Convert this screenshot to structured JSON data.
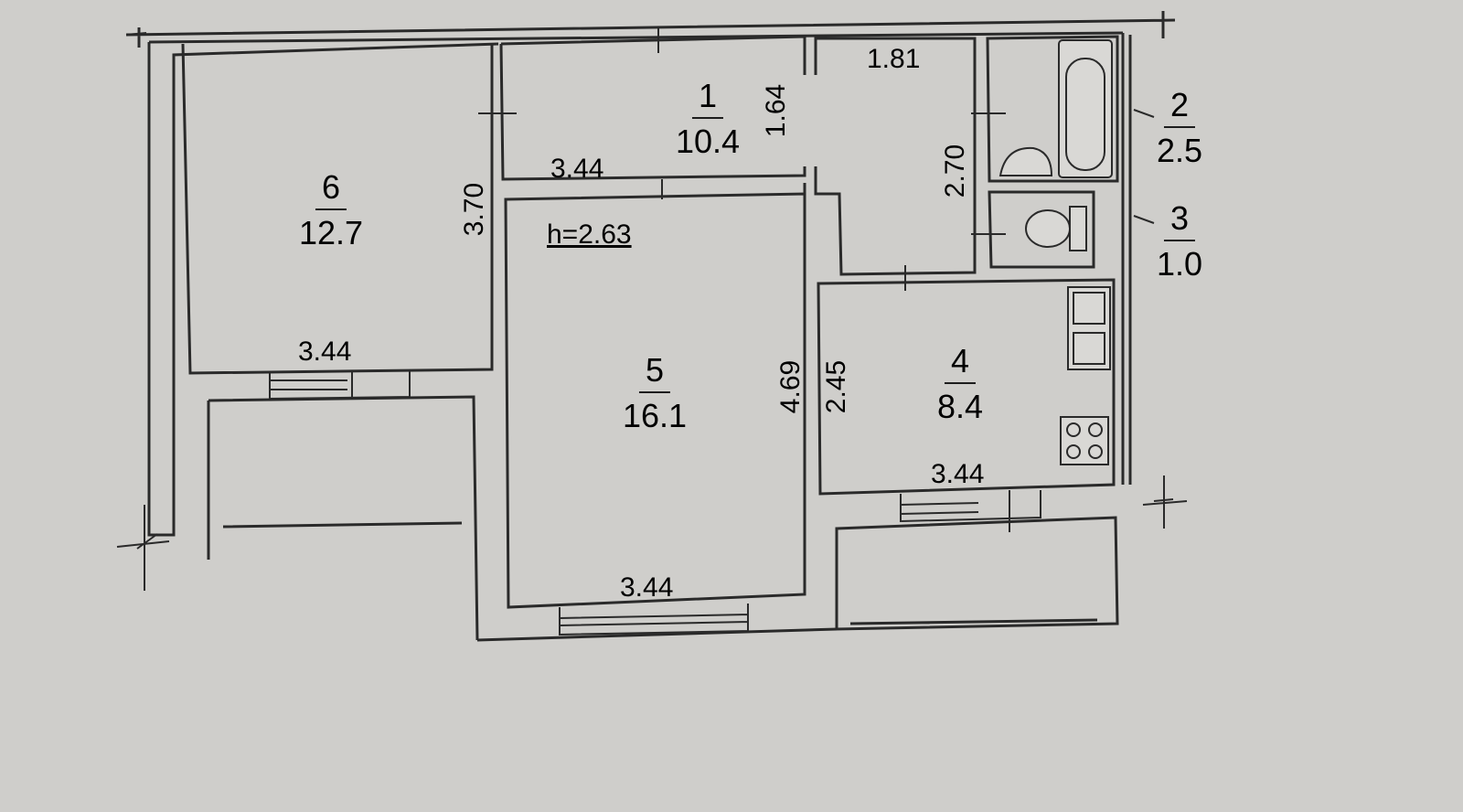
{
  "floorplan": {
    "ceiling_height": "h=2.63",
    "rooms": [
      {
        "id": "r1",
        "number": "1",
        "area": "10.4"
      },
      {
        "id": "r2",
        "number": "2",
        "area": "2.5"
      },
      {
        "id": "r3",
        "number": "3",
        "area": "1.0"
      },
      {
        "id": "r4",
        "number": "4",
        "area": "8.4"
      },
      {
        "id": "r5",
        "number": "5",
        "area": "16.1"
      },
      {
        "id": "r6",
        "number": "6",
        "area": "12.7"
      }
    ],
    "dimensions": {
      "room6_width": "3.44",
      "room6_height": "3.70",
      "hall_width": "3.44",
      "hall_height": "1.64",
      "corridor_width": "1.81",
      "corridor_height": "2.70",
      "room5_height": "4.69",
      "room5_width": "3.44",
      "kitchen_height": "2.45",
      "kitchen_width": "3.44"
    }
  }
}
